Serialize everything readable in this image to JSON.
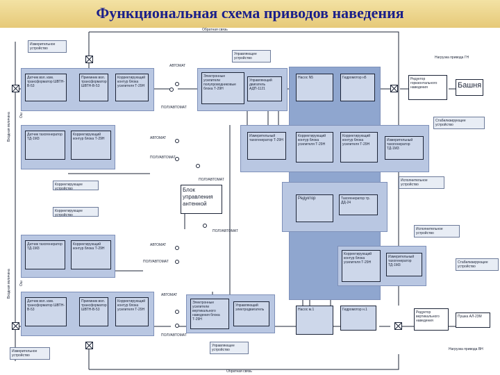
{
  "title": "Функциональная схема приводов наведения",
  "labels": {
    "feedback_top": "Обратная связь",
    "feedback_bottom": "Обратная связь",
    "measuring_dev_top": "Измерительное устройство",
    "measuring_dev_bottom": "Измерительное устройство",
    "control_dev_top": "Управляющее устройство",
    "control_dev_bottom": "Управляющее устройство",
    "load_gn": "Нагрузка привода ГН",
    "load_vn": "Нагрузка привода ВН",
    "stabilizing_dev_1": "Стабилизирующее устройство",
    "stabilizing_dev_2": "Стабилизирующее устройство",
    "correcting_dev_1": "Корректирующее устройство",
    "correcting_dev_2": "Корректирующее устройство",
    "executive_dev_1": "Исполнительное устройство",
    "executive_dev_2": "Исполнительное устройство",
    "avtomat": "АВТОМАТ",
    "poluavtomat": "ПОЛУАВТОМАТ",
    "input_left_top": "Входная величина",
    "input_left_bottom": "Входная величина",
    "osh": "Ош"
  },
  "blocks": {
    "sensor_top": "Датчик вол. изм. трансформатор ШВТН-В-53",
    "receiver_top": "Приемник вол. трансформатор ШВТН-В-53",
    "corrector_top1": "Корректирующий контур блока усилителя Т-29Н",
    "amp_top": "Электронные усилители полупроводниковые блока Т-29Н",
    "ctrl_motor_top": "Управляющий двигатель АДП-1121",
    "pump_gn": "Насос N5",
    "hydromotor_gn": "Гидромотор н5",
    "reducer_gn": "Редуктор горизонтального наведения",
    "tower": "Башня",
    "tacho_left_top": "Датчик тахогенератор ТД-1М3",
    "corrector_top2": "Корректирующий контур блока Т-29Н",
    "stab_tacho": "Измерительный тахогенератор Т-29Н",
    "corr_stab_1": "Корректирующий контур блока усилителя Т-29Н",
    "corr_stab_2": "Корректирующий контур блока усилителя Т-29Н",
    "tacho_right_top": "Измерительный тахогенератор ТД-1М3",
    "control_unit": "Блок управления антенной",
    "reducer_mid": "Редуктор",
    "gear_mid": "Тахогенератор тр. ДД-24",
    "tacho_left_bot": "Датчик тахогенератор ТД-1М3",
    "corrector_bot1": "Корректирующий контур блока Т-29Н",
    "corr_vn": "Корректирующий контур блока усилителя Т-29Н",
    "tacho_right_bot": "Измерительный тахогенератор ТД-1М3",
    "sensor_bot": "Датчик вол. изм. трансформатор ШВТН-В-53",
    "receiver_bot": "Приемник вол. трансформатор ШВТН-В-53",
    "corrector_bot2": "Корректирующий контур блока усилителя Т-29Н",
    "amp_bot": "Электронные усилители вертикального наведения блока Т-29Н",
    "ctrl_motor_bot": "Управляющий электродвигатель",
    "pump_vn": "Насос м.1",
    "hydromotor_vn": "Гидромотор н.1",
    "reducer_vn": "Редуктор вертикального наведения",
    "gun": "Пушка АЛ-23М"
  }
}
